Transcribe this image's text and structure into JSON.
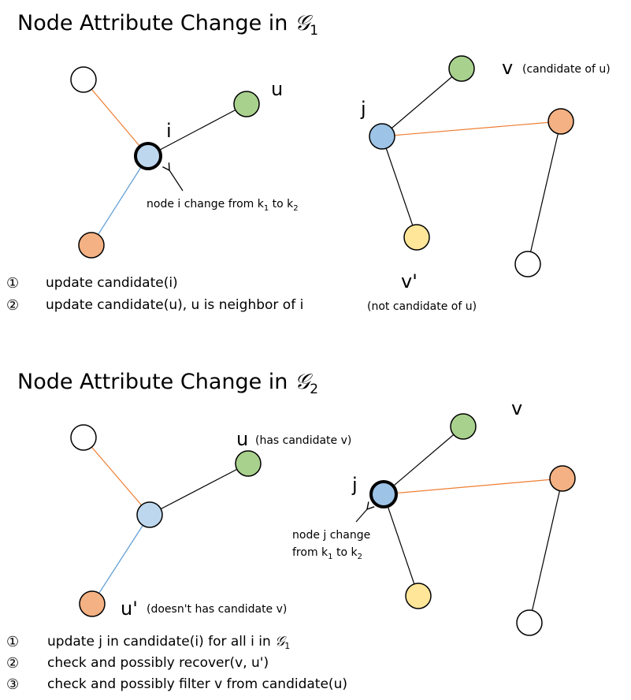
{
  "colors": {
    "green": "#a9d18e",
    "blue": "#bdd7ee",
    "blue_dark": "#9dc3e6",
    "orange": "#f4b183",
    "yellow": "#ffe699",
    "white": "#ffffff",
    "edge_orange": "#ed7d31",
    "edge_blue": "#5b9bd5",
    "edge_black": "#000000"
  },
  "section1": {
    "title_prefix": "Node Attribute Change in ",
    "title_math": "𝒢",
    "title_sub": "1",
    "left_graph": {
      "label_i": "i",
      "label_u": "u",
      "annotation_prefix": "node i change from k",
      "annotation_sub1": "1",
      "annotation_mid": " to k",
      "annotation_sub2": "2"
    },
    "right_graph": {
      "label_j": "j",
      "label_v": "v",
      "label_v_note": "(candidate of u)",
      "label_v_prime": "v'",
      "label_v_prime_note": "(not candidate of u)"
    },
    "steps": [
      {
        "marker": "①",
        "text": "update candidate(i)"
      },
      {
        "marker": "②",
        "text": "update candidate(u), u is neighbor of i"
      }
    ]
  },
  "section2": {
    "title_prefix": "Node Attribute Change in ",
    "title_math": "𝒢",
    "title_sub": "2",
    "left_graph": {
      "label_u": "u",
      "label_u_note": "(has candidate v)",
      "label_u_prime": "u'",
      "label_u_prime_note": "(doesn't has candidate v)"
    },
    "right_graph": {
      "label_j": "j",
      "label_v": "v",
      "annotation_line1": "node j change",
      "annotation_line2_prefix": "from k",
      "annotation_sub1": "1",
      "annotation_mid": " to k",
      "annotation_sub2": "2"
    },
    "steps": [
      {
        "marker": "①",
        "text": "update j in candidate(i) for all i in ",
        "math": "𝒢",
        "math_sub": "1"
      },
      {
        "marker": "②",
        "text": "check and possibly recover(v, u')"
      },
      {
        "marker": "③",
        "text": "check and possibly filter v from candidate(u)"
      }
    ]
  }
}
